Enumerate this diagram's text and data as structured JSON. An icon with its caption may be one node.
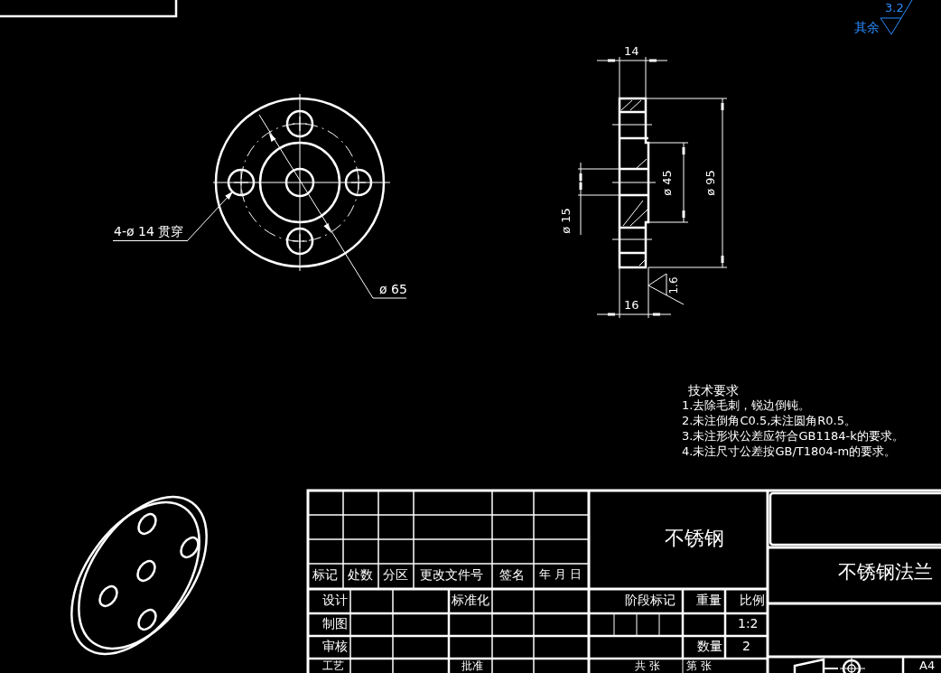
{
  "diagram": {
    "nodes": [
      {
        "text": [
          "4-ø 14 贯穿"
        ]
      },
      {
        "text": [],
        "shape": "circle"
      }
    ],
    "edges": [
      {
        "from": 0,
        "to": 1,
        "arrow": "to"
      }
    ],
    "labels": [
      "3.2",
      "其余",
      "14",
      "ø 45",
      "ø 95",
      "ø 15",
      "ø 65",
      "1.6",
      "16",
      "技术要求",
      "1.去除毛刺，锐边倒钝。",
      "2.未注倒角C0.5,未注圆角R0.5。",
      "3.未注形状公差应符合GB1184-k的要求。",
      "4.未注尺寸公差按GB/T1804-m的要求。",
      "不锈钢",
      "不锈钢法兰",
      "标记",
      "处数",
      "分区",
      "更改文件号",
      "签名",
      "年 月 日",
      "设计",
      "标准化",
      "阶段标记",
      "重量",
      "比例",
      "制图",
      "1:2",
      "审核",
      "数量",
      "2",
      "工艺",
      "批准",
      "共 张",
      "第 张",
      "A4"
    ]
  }
}
